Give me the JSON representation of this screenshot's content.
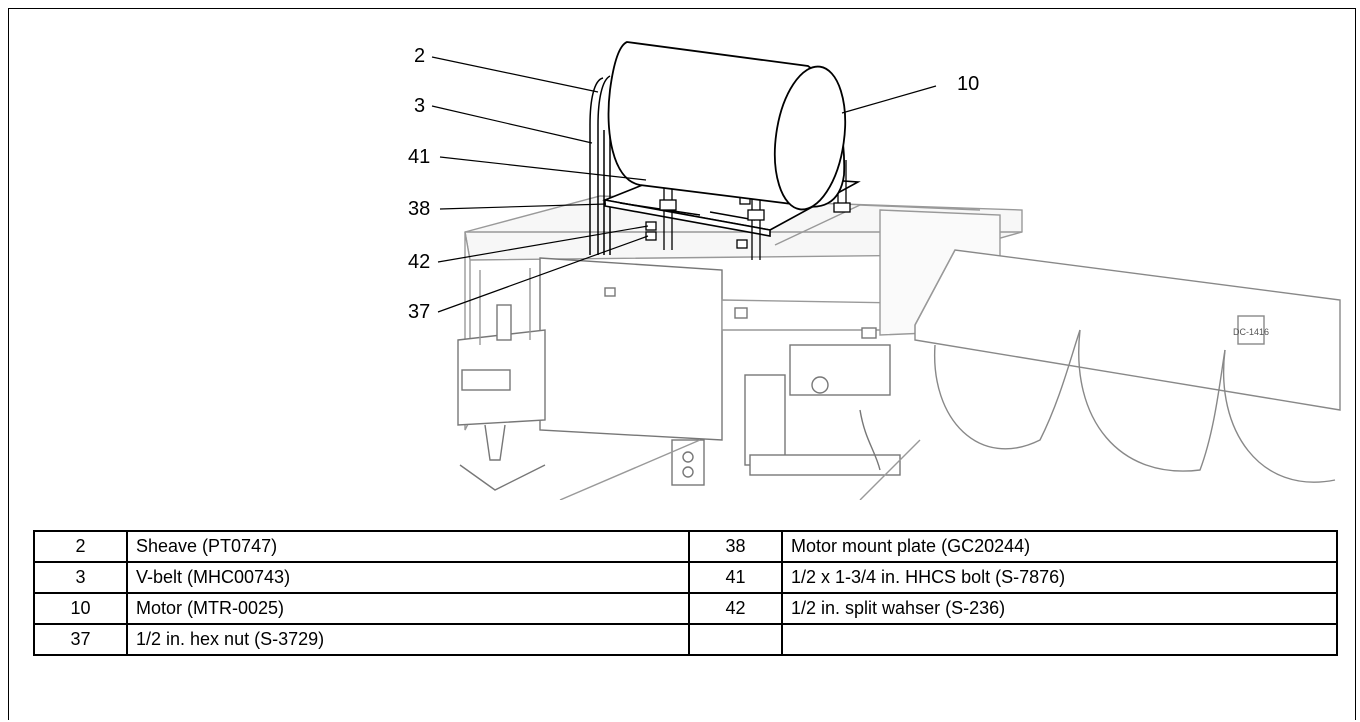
{
  "callouts": {
    "c2": "2",
    "c3": "3",
    "c41": "41",
    "c38": "38",
    "c42": "42",
    "c37": "37",
    "c10": "10"
  },
  "figure": {
    "stamp": "DC-1416"
  },
  "parts_table": {
    "rows": [
      {
        "left_num": "2",
        "left_desc": "Sheave (PT0747)",
        "right_num": "38",
        "right_desc": "Motor mount plate (GC20244)"
      },
      {
        "left_num": "3",
        "left_desc": "V-belt (MHC00743)",
        "right_num": "41",
        "right_desc": " 1/2 x 1-3/4 in. HHCS bolt (S-7876)"
      },
      {
        "left_num": "10",
        "left_desc": "Motor (MTR-0025)",
        "right_num": "42",
        "right_desc": "1/2 in. split wahser (S-236)"
      },
      {
        "left_num": "37",
        "left_desc": "1/2 in. hex nut (S-3729)",
        "right_num": "",
        "right_desc": ""
      }
    ]
  }
}
